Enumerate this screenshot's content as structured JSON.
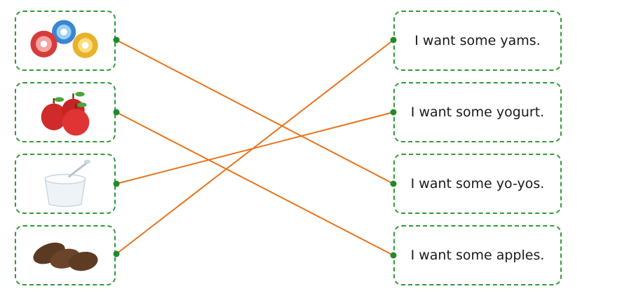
{
  "pictures": [
    {
      "icon": "yo-yos-icon"
    },
    {
      "icon": "apples-icon"
    },
    {
      "icon": "yogurt-icon"
    },
    {
      "icon": "yams-icon"
    }
  ],
  "sentences": [
    "I want some yams.",
    "I want some yogurt.",
    "I want some yo-yos.",
    "I want some apples."
  ],
  "matches": [
    [
      0,
      2
    ],
    [
      1,
      3
    ],
    [
      2,
      1
    ],
    [
      3,
      0
    ]
  ],
  "colors": {
    "border": "#2f9a36",
    "line": "#e8731a",
    "dot": "#1f8a2a"
  }
}
